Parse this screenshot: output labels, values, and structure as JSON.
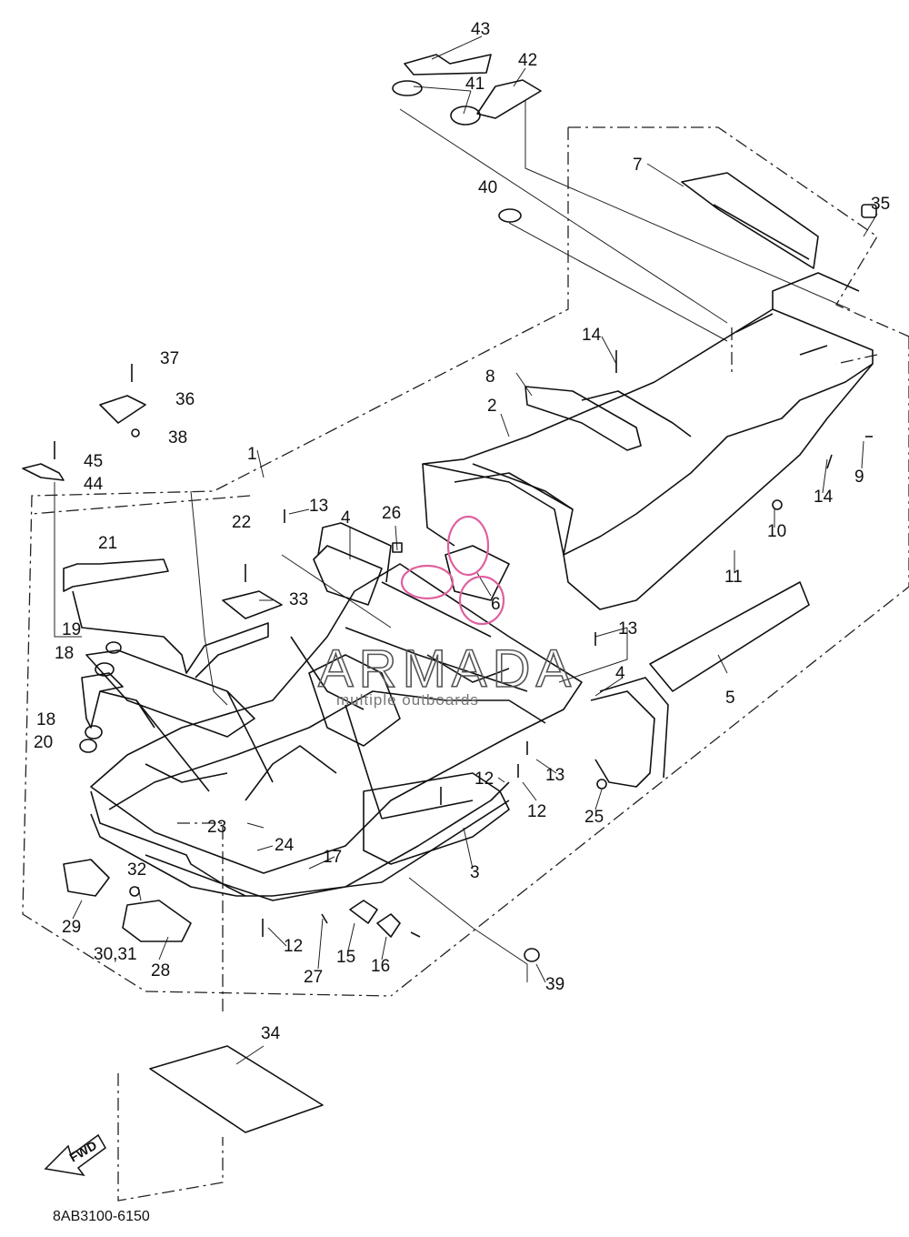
{
  "diagram": {
    "part_code": "8AB3100-6150",
    "fwd_label": "FWD",
    "watermark": {
      "brand": "ARMADA",
      "tagline": "multiple outboards"
    },
    "callouts": [
      "1",
      "2",
      "3",
      "4",
      "4",
      "5",
      "6",
      "7",
      "8",
      "9",
      "10",
      "11",
      "12",
      "12",
      "12",
      "13",
      "13",
      "13",
      "14",
      "14",
      "15",
      "16",
      "17",
      "18",
      "18",
      "19",
      "20",
      "21",
      "22",
      "23",
      "24",
      "25",
      "26",
      "27",
      "28",
      "29",
      "30,31",
      "32",
      "33",
      "34",
      "35",
      "36",
      "37",
      "38",
      "39",
      "40",
      "41",
      "42",
      "43",
      "44",
      "45"
    ]
  }
}
